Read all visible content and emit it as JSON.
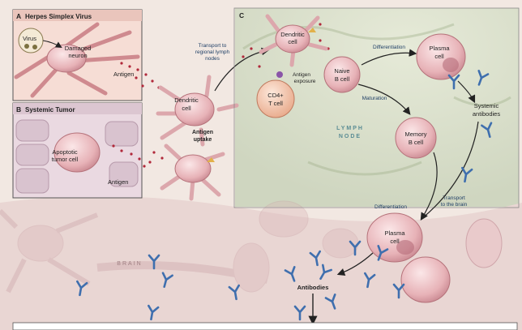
{
  "panels": {
    "a": {
      "letter": "A",
      "title": "Herpes Simplex Virus"
    },
    "b": {
      "letter": "B",
      "title": "Systemic Tumor"
    },
    "c": {
      "letter": "C"
    }
  },
  "labels": {
    "virus": "Virus",
    "damaged_neuron": [
      "Damaged",
      "neuron"
    ],
    "antigen_a": "Antigen",
    "apoptotic_tumor_cell": [
      "Apoptotic",
      "tumor cell"
    ],
    "antigen_b": "Antigen",
    "dendritic_cell_left": [
      "Dendritic",
      "cell"
    ],
    "antigen_uptake": [
      "Antigen",
      "uptake"
    ],
    "transport_lymph": [
      "Transport to",
      "regional lymph",
      "nodes"
    ],
    "dendritic_cell_top": [
      "Dendritic",
      "cell"
    ],
    "antigen_exposure": [
      "Antigen",
      "exposure"
    ],
    "cd4_t_cell": [
      "CD4+",
      "T cell"
    ],
    "naive_b_cell": [
      "Naive",
      "B cell"
    ],
    "differentiation_top": "Differentiation",
    "plasma_cell_top": [
      "Plasma",
      "cell"
    ],
    "maturation": "Maturation",
    "systemic_antibodies": [
      "Systemic",
      "antibodies"
    ],
    "lymph_node": [
      "LYMPH",
      "NODE"
    ],
    "memory_b_cell": [
      "Memory",
      "B cell"
    ],
    "transport_brain": [
      "Transport",
      "to the brain"
    ],
    "differentiation_bottom": "Differentiation",
    "plasma_cell_bottom": [
      "Plasma",
      "cell"
    ],
    "brain": "BRAIN",
    "antibodies": "Antibodies"
  },
  "colors": {
    "antibody": "#3f6fae",
    "arrow": "#222222",
    "cell_pink": "#e8b4b8",
    "nucleus": "#9c4a5e",
    "antigen_dot": "#b0283a"
  }
}
